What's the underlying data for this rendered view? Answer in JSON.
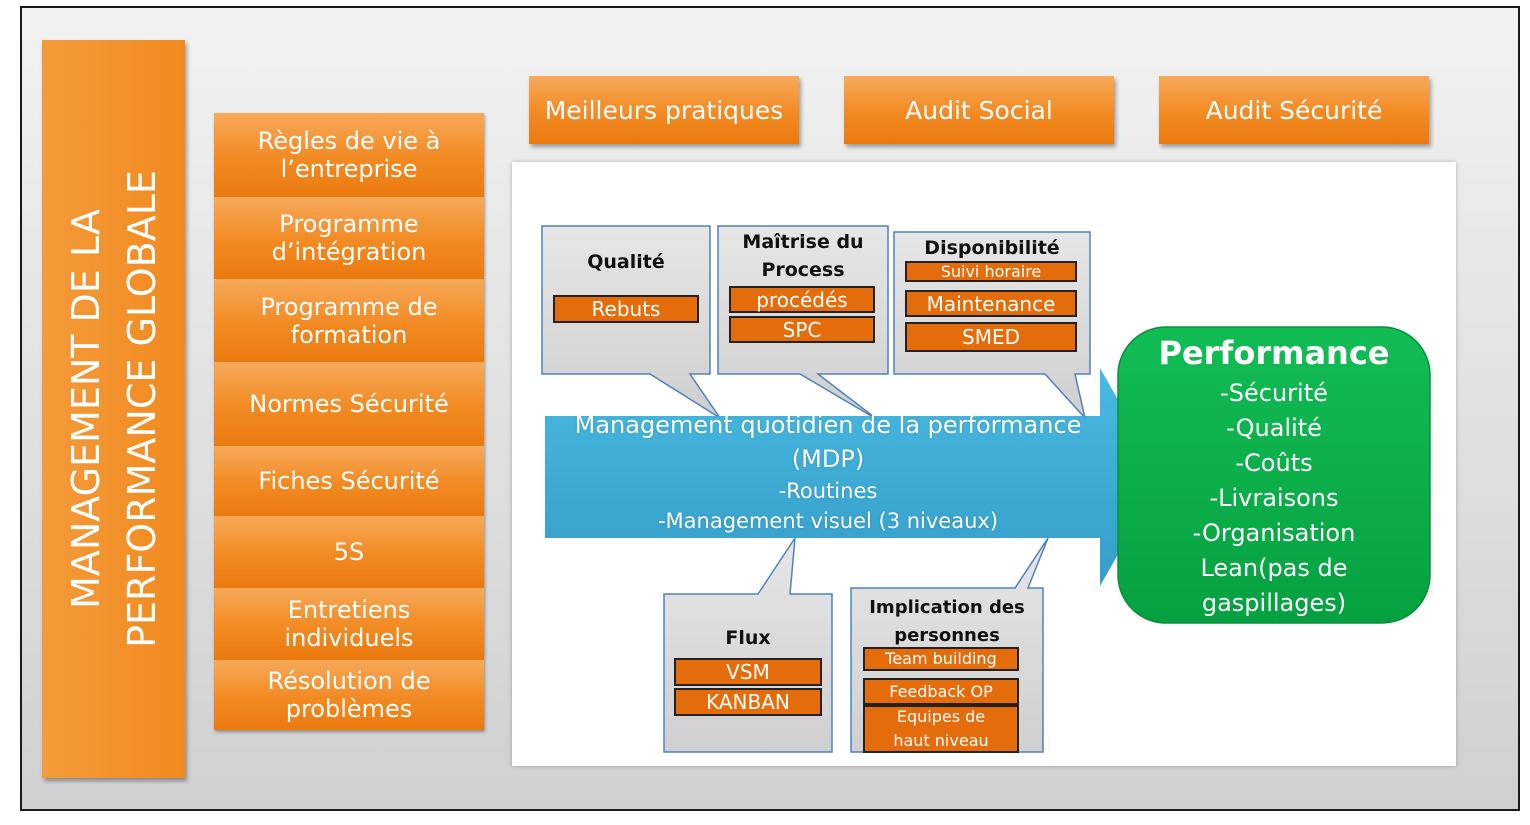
{
  "side_title": "MANAGEMENT DE LA PERFORMANCE GLOBALE",
  "left_items": [
    "Règles de vie à\nl’entreprise",
    "Programme\nd’intégration",
    "Programme de\nformation",
    "Normes Sécurité",
    "Fiches Sécurité",
    "5S",
    "Entretiens\nindividuels",
    "Résolution de\nproblèmes"
  ],
  "top_items": [
    "Meilleurs pratiques",
    "Audit Social",
    "Audit Sécurité"
  ],
  "callouts": {
    "qualite": {
      "title": "Qualité",
      "tags": [
        "Rebuts"
      ]
    },
    "maitrise": {
      "title": "Maîtrise du\nProcess",
      "tags": [
        "procédés",
        "SPC"
      ]
    },
    "disponibilite": {
      "title": "Disponibilité",
      "tags": [
        "Suivi horaire",
        "Maintenance",
        "SMED"
      ]
    },
    "flux": {
      "title": "Flux",
      "tags": [
        "VSM",
        "KANBAN"
      ]
    },
    "implication": {
      "title": "Implication des\npersonnes",
      "tags": [
        "Team building",
        "Feedback OP",
        "Equipes de\nhaut niveau"
      ]
    }
  },
  "mdp": {
    "line1": "Management quotidien de la performance",
    "line2": "(MDP)",
    "line3": "-Routines",
    "line4": "-Management visuel (3 niveaux)"
  },
  "performance": {
    "title": "Performance",
    "items": [
      "-Sécurité",
      "-Qualité",
      "-Coûts",
      "-Livraisons",
      "-Organisation",
      "Lean(pas de",
      "gaspillages)"
    ]
  },
  "colors": {
    "orange": "#f28a1f",
    "tag_orange": "#e46c0a",
    "arrow_blue": "#31a9d4",
    "performance_green": "#0cae4a",
    "callout_gray": "#d9d9d9",
    "callout_border": "#4f81bd"
  }
}
